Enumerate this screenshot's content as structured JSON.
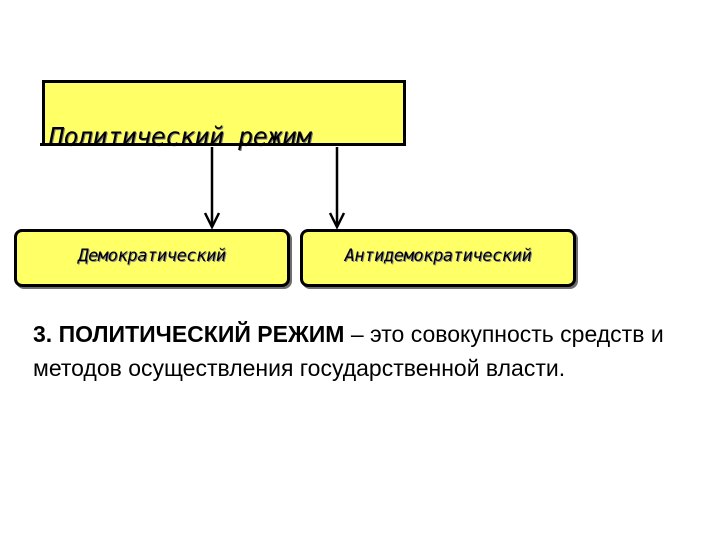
{
  "diagram": {
    "root_label": "Политический режим",
    "children": [
      {
        "label": "Демократический"
      },
      {
        "label": "Антидемократический"
      }
    ]
  },
  "definition": {
    "term": "3. ПОЛИТИЧЕСКИЙ РЕЖИМ",
    "separator": " – ",
    "text": "это совокупность средств и методов осуществления государственной власти."
  },
  "colors": {
    "box_fill": "#ffff66",
    "border": "#000000",
    "text": "#000000"
  }
}
